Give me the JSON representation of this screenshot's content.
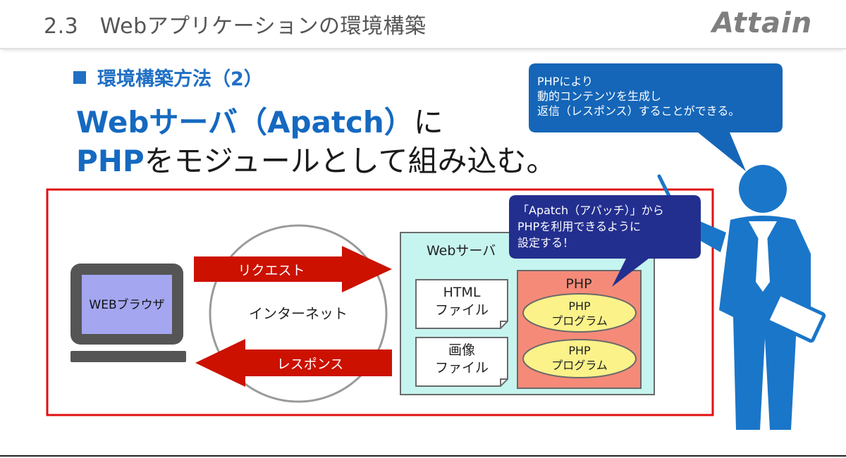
{
  "slide": {
    "title": "2.3　Webアプリケーションの環境構築",
    "logo": "Attain",
    "section_heading": "環境構築方法（2）",
    "main_line1_bold": "Webサーバ（Apatch）",
    "main_line1_rest": "に",
    "main_line2_bold": "PHP",
    "main_line2_rest": "をモジュールとして組み込む。"
  },
  "callout_top": {
    "line1": "PHPにより",
    "line2": "動的コンテンツを生成し",
    "line3": "返信（レスポンス）することができる。"
  },
  "callout_mid": {
    "line1": "「Apatch（アパッチ）」から",
    "line2": "PHPを利用できるように",
    "line3": "設定する！"
  },
  "diagram": {
    "browser_label": "WEBブラウザ",
    "internet_label": "インターネット",
    "request_label": "リクエスト",
    "response_label": "レスポンス",
    "webserver_label": "Webサーバ",
    "html_file_line1": "HTML",
    "html_file_line2": "ファイル",
    "image_file_line1": "画像",
    "image_file_line2": "ファイル",
    "php_label": "PHP",
    "php_program1_line1": "PHP",
    "php_program1_line2": "プログラム",
    "php_program2_line1": "PHP",
    "php_program2_line2": "プログラム"
  },
  "colors": {
    "accent_blue": "#1569c0",
    "callout_blue": "#1566b8",
    "callout_navy": "#232f8f",
    "highlight_red": "#e01010",
    "arrow_red": "#cc1100",
    "server_cyan": "#c6f4ef",
    "php_salmon": "#f58a78",
    "program_yellow": "#fbf28a",
    "screen_lavender": "#a4a6f0",
    "figure_blue": "#1a76c9"
  }
}
